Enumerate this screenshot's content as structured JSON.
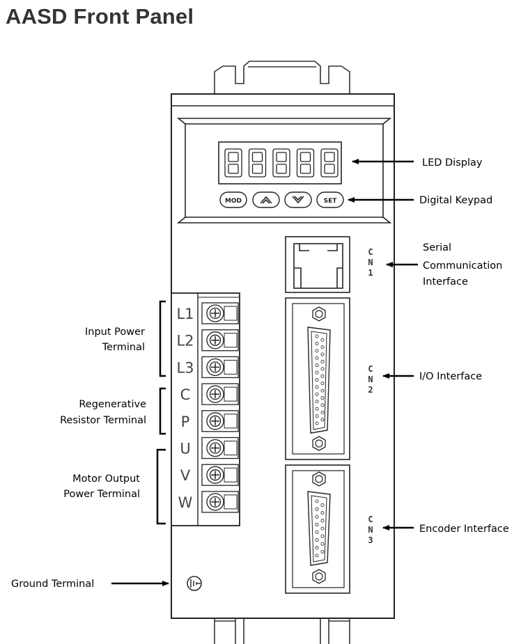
{
  "title": "AASD Front Panel",
  "callouts": {
    "led_display": "LED Display",
    "digital_keypad": "Digital Keypad",
    "serial_line1": "Serial",
    "serial_line2": "Communication",
    "serial_line3": "Interface",
    "io_interface": "I/O Interface",
    "encoder_interface": "Encoder Interface",
    "input_power_line1": "Input Power",
    "input_power_line2": "Terminal",
    "regen_line1": "Regenerative",
    "regen_line2": "Resistor Terminal",
    "motor_line1": "Motor Output",
    "motor_line2": "Power Terminal",
    "ground_terminal": "Ground Terminal"
  },
  "keypad": {
    "mod": "MOD",
    "set": "SET"
  },
  "terminals": [
    "L1",
    "L2",
    "L3",
    "C",
    "P",
    "U",
    "V",
    "W"
  ],
  "connectors": {
    "cn1": [
      "C",
      "N",
      "1"
    ],
    "cn2": [
      "C",
      "N",
      "2"
    ],
    "cn3": [
      "C",
      "N",
      "3"
    ]
  },
  "led_digit_count": 5
}
